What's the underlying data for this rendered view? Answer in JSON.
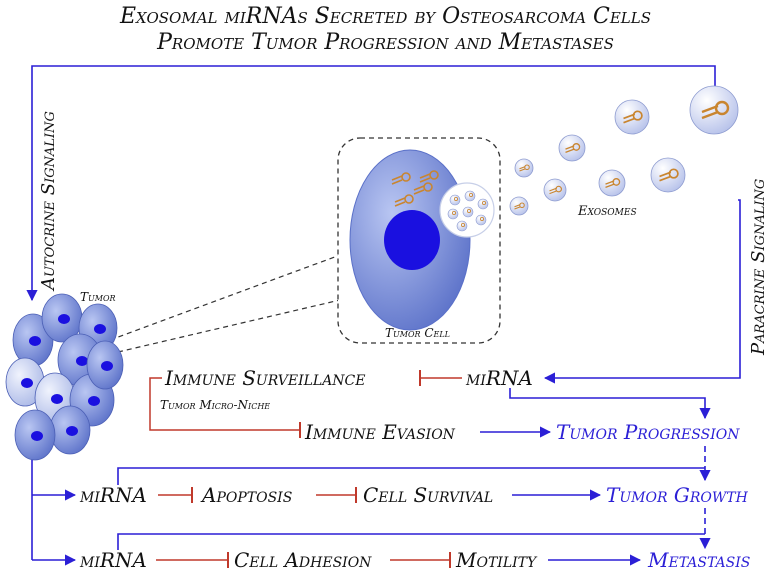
{
  "title": {
    "line1": "Exosomal miRNAs Secreted by Osteosarcoma Cells",
    "line2": "Promote Tumor Progression and Metastases"
  },
  "side_labels": {
    "autocrine": "Autocrine Signaling",
    "paracrine": "Paracrine Signaling"
  },
  "figure_labels": {
    "tumor": "Tumor",
    "tumor_cell": "Tumor Cell",
    "exosomes": "Exosomes",
    "micro_niche": "Tumor Micro-Niche"
  },
  "pathway": {
    "immune_surveillance": "Immune Surveillance",
    "mirna_top": "miRNA",
    "immune_evasion": "Immune Evasion",
    "tumor_progression": "Tumor Progression",
    "row2": {
      "mirna": "miRNA",
      "apoptosis": "Apoptosis",
      "cell_survival": "Cell Survival",
      "outcome": "Tumor Growth"
    },
    "row3": {
      "mirna": "miRNA",
      "cell_adhesion": "Cell Adhesion",
      "motility": "Motility",
      "outcome": "Metastasis"
    }
  },
  "colors": {
    "arrow_blue": "#2b1fd6",
    "inhibit_red": "#c0392b",
    "cell_blue": "#6f86d6",
    "nucleus_blue": "#1a10e0",
    "exosome_orange": "#c9852f"
  }
}
